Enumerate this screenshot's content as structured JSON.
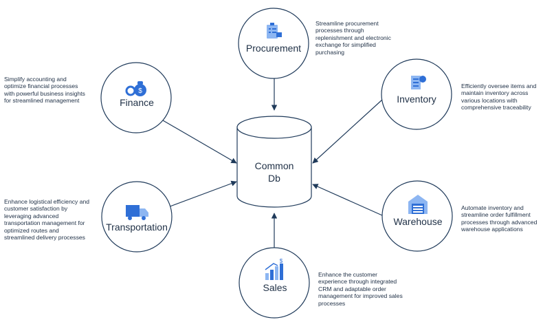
{
  "database": {
    "label_line1": "Common",
    "label_line2": "Db"
  },
  "nodes": {
    "procurement": {
      "label": "Procurement",
      "icon": "clipboard-checklist-icon",
      "description": "Streamline procurement\nprocesses through\nreplenishment and electronic\nexchange for simplified\npurchasing"
    },
    "finance": {
      "label": "Finance",
      "icon": "money-bag-gear-icon",
      "description": "Simplify accounting and\noptimize financial processes\nwith powerful business insights\nfor streamlined management"
    },
    "inventory": {
      "label": "Inventory",
      "icon": "inventory-list-icon",
      "description": "Efficiently oversee items and\nmaintain inventory across\nvarious locations with\ncomprehensive traceability"
    },
    "transportation": {
      "label": "Transportation",
      "icon": "delivery-truck-icon",
      "description": "Enhance logistical efficiency and\ncustomer satisfaction by\nleveraging advanced\ntransportation management for\noptimized routes and\nstreamlined delivery processes"
    },
    "warehouse": {
      "label": "Warehouse",
      "icon": "warehouse-icon",
      "description": "Automate inventory and\nstreamline order fulfillment\nprocesses through advanced\nwarehouse applications"
    },
    "sales": {
      "label": "Sales",
      "icon": "sales-growth-chart-icon",
      "description": "Enhance the customer\nexperience through integrated\nCRM and adaptable order\nmanagement for improved sales\nprocesses"
    }
  },
  "colors": {
    "stroke": "#1f3a5a",
    "icon_dark": "#2f6fd6",
    "icon_light": "#8db6f2"
  }
}
